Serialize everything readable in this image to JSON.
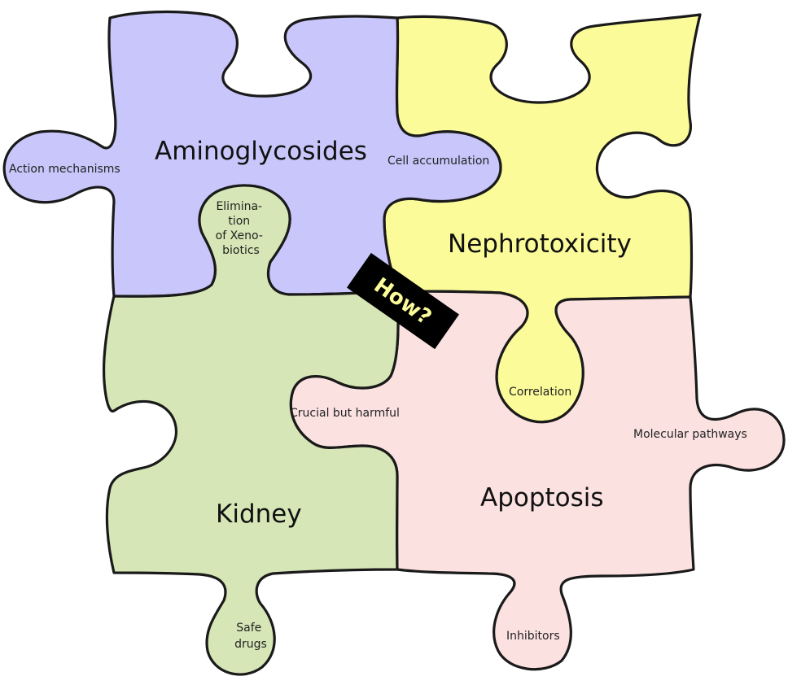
{
  "colors": {
    "aminoglycosides": "#c8c6fa",
    "nephrotoxicity": "#fbfb9a",
    "kidney": "#d6e6b6",
    "apoptosis": "#fbe2e1",
    "outline": "#1a1a1a",
    "tag_background": "#000000",
    "tag_text": "#fbfb9a"
  },
  "pieces": {
    "aminoglycosides": {
      "title": "Aminoglycosides"
    },
    "nephrotoxicity": {
      "title": "Nephrotoxicity"
    },
    "kidney": {
      "title": "Kidney"
    },
    "apoptosis": {
      "title": "Apoptosis"
    }
  },
  "knob_labels": {
    "action_mechanisms": "Action mechanisms",
    "cell_accumulation": "Cell accumulation",
    "elimination": [
      "Elimina-",
      "tion",
      "of Xeno-",
      "biotics"
    ],
    "correlation": "Correlation",
    "crucial_but_harmful": "Crucial but harmful",
    "molecular_pathways": "Molecular pathways",
    "safe_drugs": [
      "Safe",
      "drugs"
    ],
    "inhibitors": "Inhibitors"
  },
  "tag": {
    "text": "How?"
  }
}
